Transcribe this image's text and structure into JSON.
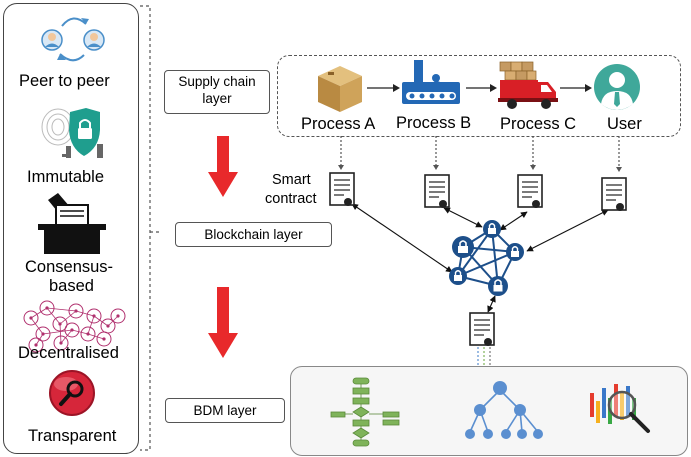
{
  "features": {
    "peer_to_peer": "Peer to peer",
    "immutable": "Immutable",
    "consensus_line1": "Consensus-",
    "consensus_line2": "based",
    "decentralised": "Decentralised",
    "transparent": "Transparent"
  },
  "layers": {
    "supply_chain_line1": "Supply chain",
    "supply_chain_line2": "layer",
    "blockchain": "Blockchain layer",
    "bdm": "BDM layer"
  },
  "processes": {
    "a": "Process A",
    "b": "Process B",
    "c": "Process C",
    "user": "User"
  },
  "smart_contract": {
    "line1": "Smart",
    "line2": "contract"
  },
  "colors": {
    "arrow_red": "#e8292b",
    "network_blue": "#1d4f8a",
    "immutable_green": "#1f9e8e",
    "decentral_magenta": "#b0306e",
    "transparent_red": "#d6263a",
    "flow_green": "#7fb35a",
    "tree_blue": "#5b8fd0"
  }
}
